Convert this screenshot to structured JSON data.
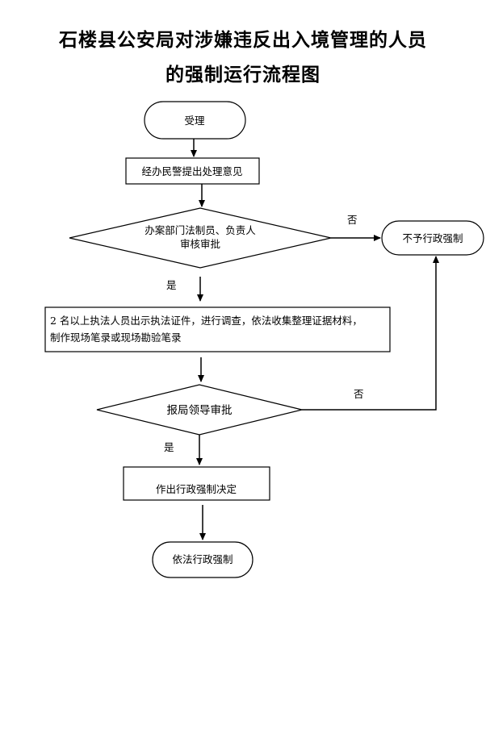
{
  "title": {
    "line1": "石楼县公安局对涉嫌违反出入境管理的人员",
    "line2": "的强制运行流程图"
  },
  "nodes": {
    "accept": "受理",
    "opinion": "经办民警提出处理意见",
    "review_line1": "办案部门法制员、负责人",
    "review_line2": "审核审批",
    "no_enforce": "不予行政强制",
    "investigate_line1": "2 名以上执法人员出示执法证件，进行调查，依法收集整理证据材料，",
    "investigate_line2": "制作现场笔录或现场勘验笔录",
    "leader": "报局领导审批",
    "decision": "作出行政强制决定",
    "enforce": "依法行政强制"
  },
  "labels": {
    "no1": "否",
    "yes1": "是",
    "no2": "否",
    "yes2": "是"
  }
}
